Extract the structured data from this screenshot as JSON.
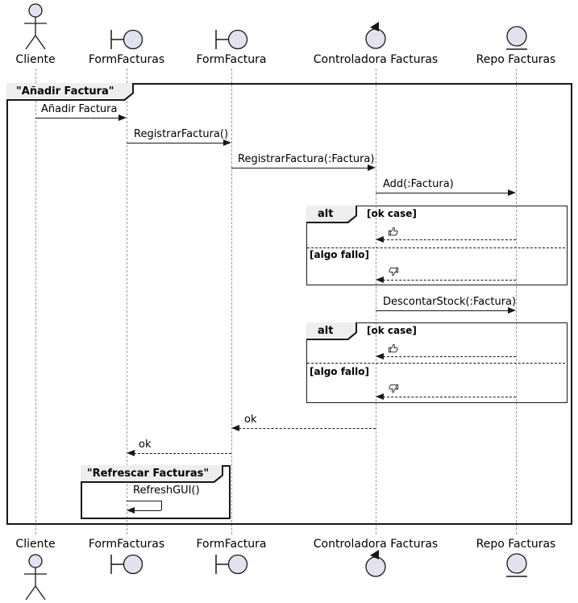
{
  "diagram_type": "uml-sequence",
  "frame_title": "\"Añadir Factura\"",
  "inner_frame_title": "\"Refrescar Facturas\"",
  "participants": [
    {
      "name": "Cliente",
      "type": "actor"
    },
    {
      "name": "FormFacturas",
      "type": "boundary"
    },
    {
      "name": "FormFactura",
      "type": "boundary"
    },
    {
      "name": "Controladora Facturas",
      "type": "control"
    },
    {
      "name": "Repo Facturas",
      "type": "entity"
    }
  ],
  "messages": {
    "anadir": "Añadir Factura",
    "registrar": "RegistrarFactura()",
    "registrar_param": "RegistrarFactura(:Factura)",
    "add": "Add(:Factura)",
    "descontar": "DescontarStock(:Factura)",
    "ok1": "ok",
    "ok2": "ok",
    "refresh": "RefreshGUI()"
  },
  "alt": {
    "label": "alt",
    "guard_ok": "[ok case]",
    "guard_fail": "[algo fallo]",
    "ok_icon": "thumbs-up",
    "fail_icon": "thumbs-down"
  },
  "colors": {
    "participant_fill": "#E2E2F0",
    "stroke": "#181818",
    "frame_label_bg": "#EEEEEE",
    "lifeline": "#9A9A9A"
  }
}
